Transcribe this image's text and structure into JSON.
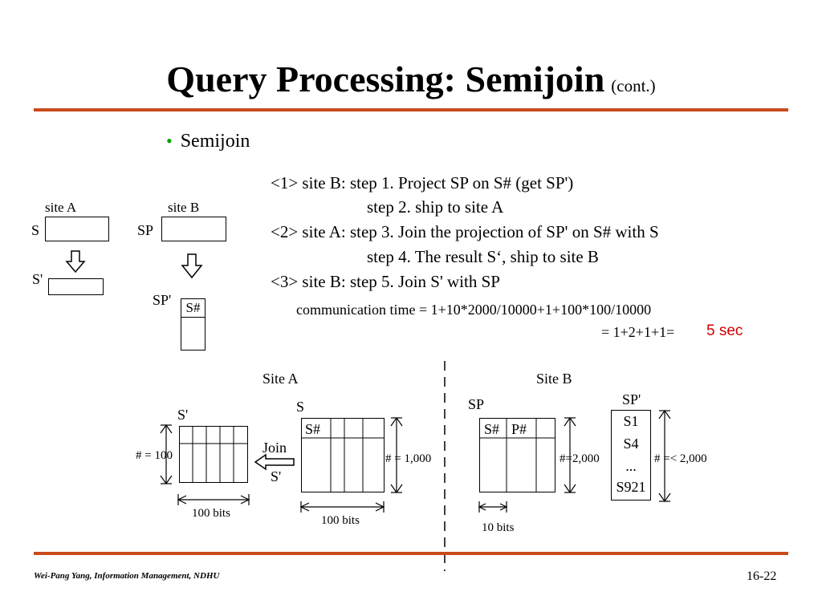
{
  "title": {
    "main": "Query Processing: Semijoin",
    "sub": "(cont.)"
  },
  "bullet": "Semijoin",
  "steps": [
    "<1> site B: step 1. Project SP on S# (get SP')",
    "step 2. ship to site A",
    "<2> site A: step 3. Join the projection of SP' on S# with S",
    "step 4. The result S‘, ship to site B",
    "<3> site B: step 5. Join S' with SP"
  ],
  "comm": {
    "line1": "communication time = 1+10*2000/10000+1+100*100/10000",
    "line2": "= 1+2+1+1=",
    "result": "5 sec"
  },
  "top_diagram": {
    "site_a": "site A",
    "site_b": "site B",
    "s": "S",
    "sp": "SP",
    "s_prime": "S'",
    "sp_prime": "SP'",
    "s_hash": "S#"
  },
  "bottom_diagram": {
    "site_a": "Site A",
    "site_b": "Site B",
    "s_prime": "S'",
    "s": "S",
    "sp": "SP",
    "sp_prime": "SP'",
    "s_hash": "S#",
    "p_hash": "P#",
    "join": "Join",
    "join_sub": "S'",
    "count_100": "# = 100",
    "count_1000": "# = 1,000",
    "count_2000": "#=2,000",
    "count_le_2000": "# =< 2,000",
    "bits_100a": "100 bits",
    "bits_100b": "100 bits",
    "bits_10": "10 bits",
    "sp_prime_rows": [
      "S1",
      "S4",
      "...",
      "S921"
    ]
  },
  "footer": {
    "author": "Wei-Pang Yang, Information Management, NDHU",
    "page": "16-22"
  },
  "colors": {
    "rule": "#c94a1c",
    "bullet": "#00a000",
    "highlight": "#d00000"
  }
}
